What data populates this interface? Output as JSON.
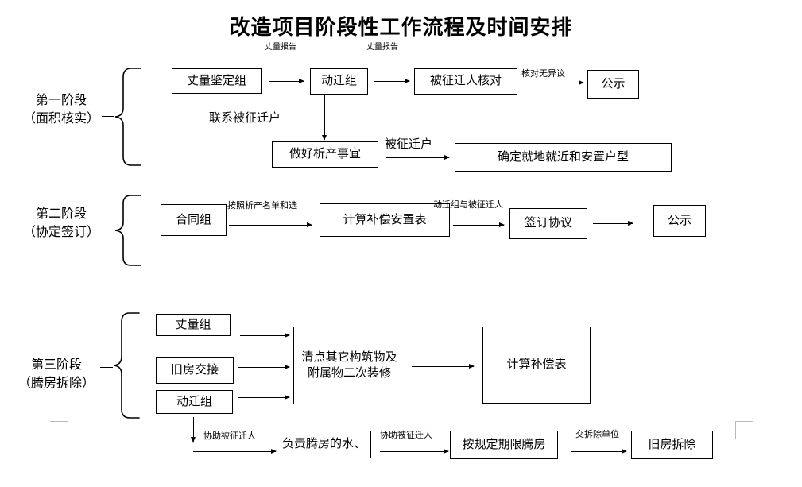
{
  "document": {
    "title": "改造项目阶段性工作流程及时间安排",
    "header_notes": [
      {
        "text": "丈量报告"
      },
      {
        "text": "丈量报告"
      }
    ]
  },
  "phases": [
    {
      "id": "phase-1",
      "label_line1": "第一阶段",
      "label_line2": "（面积核实）",
      "boxes": [
        {
          "id": "measure-appraisal-group",
          "text": "丈量鉴定组"
        },
        {
          "id": "relocation-group",
          "text": "动迁组"
        },
        {
          "id": "expropriated-person-check",
          "text": "被征迁人核对"
        },
        {
          "id": "public-notice-1",
          "text": "公示"
        },
        {
          "id": "property-division-matters",
          "text": "做好析产事宜"
        },
        {
          "id": "determine-housing-type",
          "text": "确定就地就近和安置户型"
        }
      ],
      "edge_labels": [
        {
          "id": "verify-no-objection",
          "text": "核对无异议"
        },
        {
          "id": "contact-expropriated-household",
          "text": "联系被征迁户"
        },
        {
          "id": "expropriated-household",
          "text": "被征迁户"
        }
      ]
    },
    {
      "id": "phase-2",
      "label_line1": "第二阶段",
      "label_line2": "（协定签订）",
      "boxes": [
        {
          "id": "contract-group",
          "text": "合同组"
        },
        {
          "id": "calculate-compensation-placement-table",
          "text": "计算补偿安置表"
        },
        {
          "id": "sign-agreement",
          "text": "签订协议"
        },
        {
          "id": "public-notice-2",
          "text": "公示"
        }
      ],
      "edge_labels": [
        {
          "id": "per-property-list-and-selection",
          "text": "按照析产名单和选"
        },
        {
          "id": "relocation-group-and-expropriated-person",
          "text": "动迁组与被征迁人"
        }
      ]
    },
    {
      "id": "phase-3",
      "label_line1": "第三阶段",
      "label_line2": "（腾房拆除）",
      "boxes": [
        {
          "id": "measure-group",
          "text": "丈量组"
        },
        {
          "id": "old-house-handover",
          "text": "旧房交接"
        },
        {
          "id": "relocation-group-3",
          "text": "动迁组"
        },
        {
          "id": "count-other-structures",
          "text": "清点其它构筑物及附属物二次装修"
        },
        {
          "id": "calculate-compensation-table",
          "text": "计算补偿表"
        },
        {
          "id": "water-power-vacate",
          "text": "负责腾房的水、"
        },
        {
          "id": "vacate-within-deadline",
          "text": "按规定期限腾房"
        },
        {
          "id": "old-house-demolition",
          "text": "旧房拆除"
        }
      ],
      "edge_labels": [
        {
          "id": "assist-expropriated-person-1",
          "text": "协助被征迁人"
        },
        {
          "id": "assist-expropriated-person-2",
          "text": "协助被征迁人"
        },
        {
          "id": "hand-to-demolition-unit",
          "text": "交拆除单位"
        }
      ]
    }
  ],
  "colors": {
    "line": "#000000",
    "text": "#000000",
    "background": "#ffffff",
    "corner_mark": "#b8b8b8"
  }
}
